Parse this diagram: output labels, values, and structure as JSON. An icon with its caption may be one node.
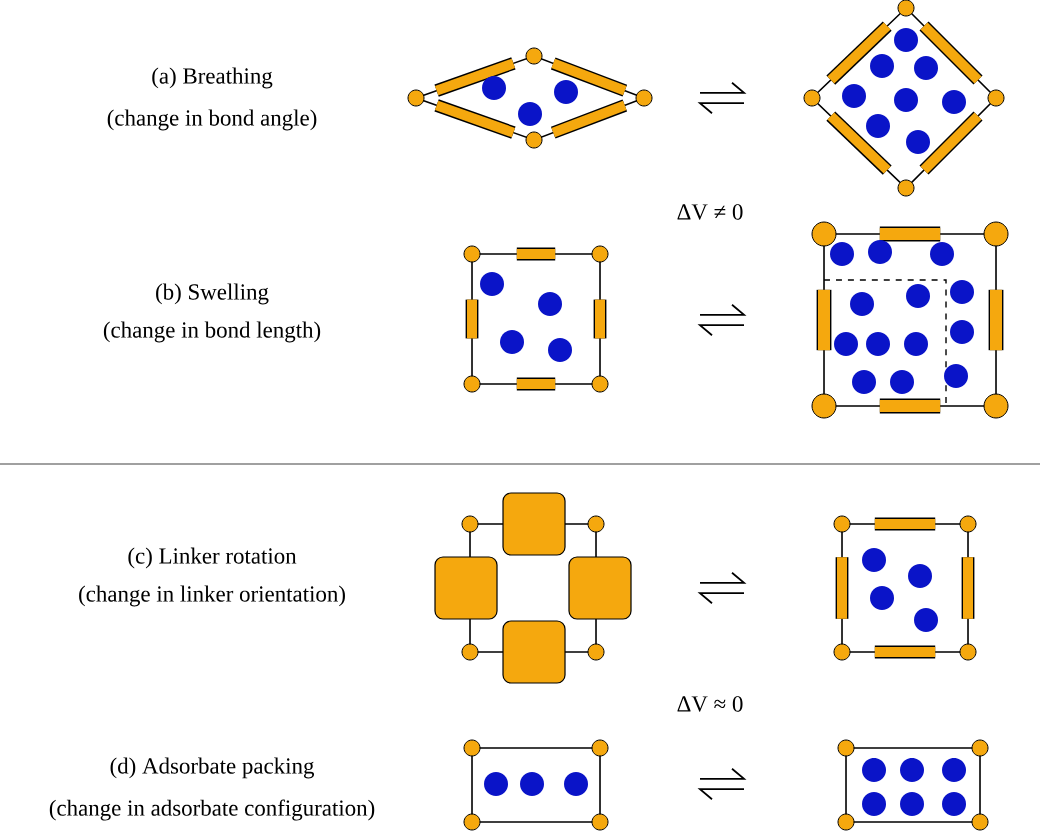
{
  "diagram": {
    "labels": [
      "(a) Breathing",
      "(change in bond angle)",
      "ΔV ≠ 0",
      "(b) Swelling",
      "(change in bond length)",
      "(c) Linker rotation",
      "(change in linker orientation)",
      "ΔV ≈ 0",
      "(d) Adsorbate packing",
      "(change in adsorbate configuration)"
    ]
  }
}
